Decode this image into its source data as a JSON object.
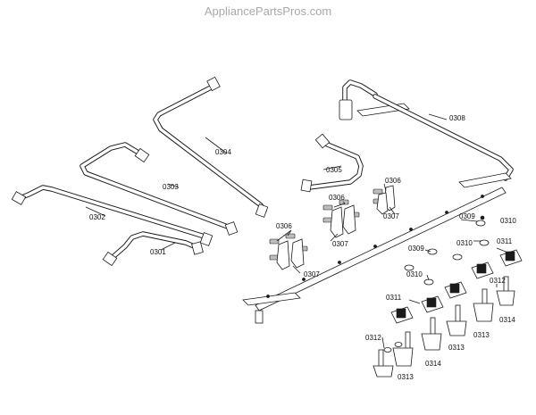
{
  "watermark": "AppliancePartsPros.com",
  "callouts": {
    "c0301": "0301",
    "c0302": "0302",
    "c0303": "0303",
    "c0304": "0304",
    "c0305": "0305",
    "c0306": "0306",
    "c0307": "0307",
    "c0308": "0308",
    "c0309": "0309",
    "c0310": "0310",
    "c0311": "0311",
    "c0312": "0312",
    "c0313": "0313",
    "c0314": "0314"
  }
}
